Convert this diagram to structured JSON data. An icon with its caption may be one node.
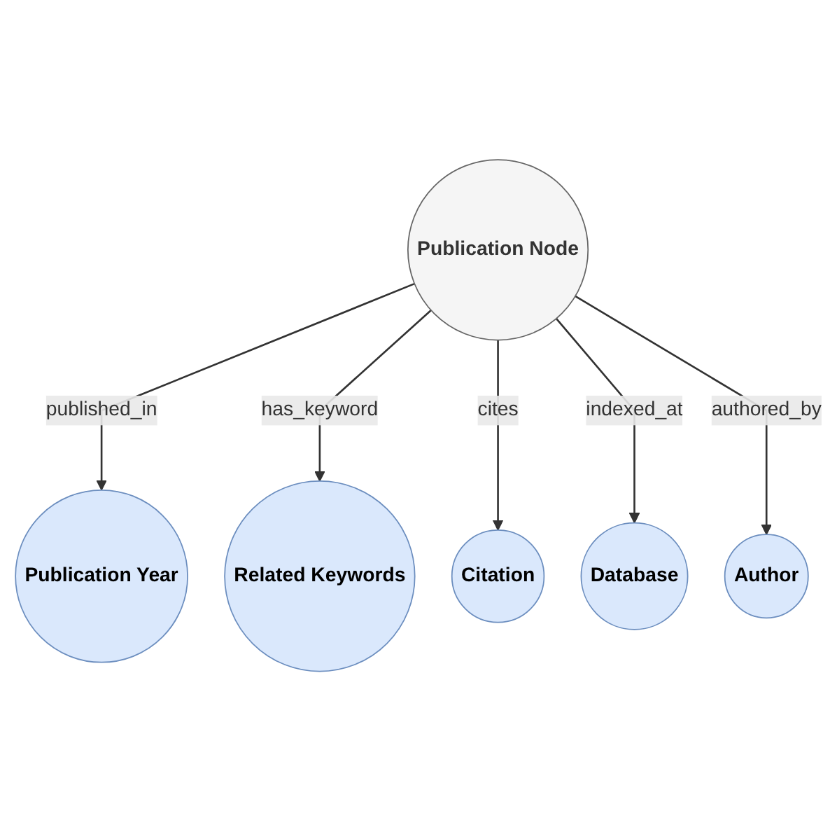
{
  "diagram": {
    "nodes": [
      {
        "text": [
          "Publication Node"
        ]
      },
      {
        "text": [
          "Publication Year"
        ]
      },
      {
        "text": [
          "Related Keywords"
        ]
      },
      {
        "text": [
          "Citation"
        ]
      },
      {
        "text": [
          "Database"
        ]
      },
      {
        "text": [
          "Author"
        ]
      }
    ],
    "edges": [
      {
        "from": 0,
        "to": 1,
        "arrow": "to",
        "label": "published_in"
      },
      {
        "from": 0,
        "to": 2,
        "arrow": "to",
        "label": "has_keyword"
      },
      {
        "from": 0,
        "to": 3,
        "arrow": "to",
        "label": "cites"
      },
      {
        "from": 0,
        "to": 4,
        "arrow": "to",
        "label": "indexed_at"
      },
      {
        "from": 0,
        "to": 5,
        "arrow": "to",
        "label": "authored_by"
      }
    ]
  }
}
